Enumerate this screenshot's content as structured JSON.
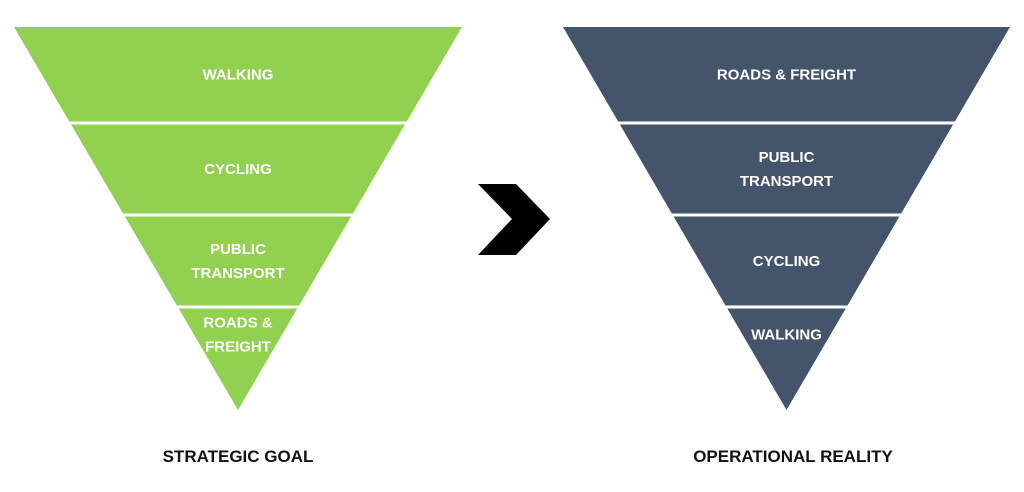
{
  "colors": {
    "goal_fill": "#92d050",
    "reality_fill": "#44546a",
    "arrow_fill": "#000000",
    "separator": "#ffffff"
  },
  "funnels": [
    {
      "id": "goal",
      "caption": "STRATEGIC GOAL",
      "fill_key": "goal_fill",
      "bands": [
        {
          "lines": [
            "WALKING"
          ]
        },
        {
          "lines": [
            "CYCLING"
          ]
        },
        {
          "lines": [
            "PUBLIC",
            "TRANSPORT"
          ]
        },
        {
          "lines": [
            "ROADS &",
            "FREIGHT"
          ]
        }
      ]
    },
    {
      "id": "reality",
      "caption": "OPERATIONAL REALITY",
      "fill_key": "reality_fill",
      "bands": [
        {
          "lines": [
            "ROADS & FREIGHT"
          ]
        },
        {
          "lines": [
            "PUBLIC",
            "TRANSPORT"
          ]
        },
        {
          "lines": [
            "CYCLING"
          ]
        },
        {
          "lines": [
            "WALKING"
          ]
        }
      ]
    }
  ],
  "arrow_icon": "chevron-right-icon"
}
